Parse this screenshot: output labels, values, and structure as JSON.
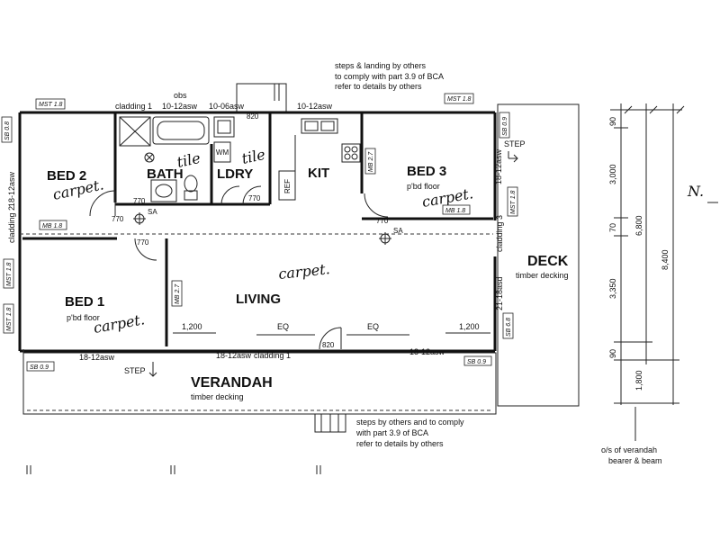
{
  "rooms": {
    "bed2": "BED 2",
    "bath": "BATH",
    "ldry": "LDRY",
    "kit": "KIT",
    "bed3": "BED 3",
    "bed1": "BED 1",
    "living": "LIVING",
    "deck": "DECK",
    "verandah": "VERANDAH"
  },
  "finishes": {
    "pbd_floor": "p'bd floor",
    "timber_decking": "timber decking",
    "carpet": "carpet.",
    "tile": "tile"
  },
  "fixtures": {
    "ref": "REF",
    "wm": "WM",
    "sa": "SA"
  },
  "tags": {
    "mst": "MST 1.8",
    "sb09": "SB 0.9",
    "sb08": "SB 0.8",
    "mb18": "MB 1.8",
    "mb27": "MB 2.7",
    "sb68": "SB 6.8"
  },
  "labels": {
    "obs": "obs",
    "cladding1": "cladding 1",
    "cladding2": "cladding 2",
    "cladding3": "cladding 3",
    "asw_10_12": "10-12asw",
    "asw_10_06": "10-06asw",
    "asw_18_12": "18-12asw",
    "asd_21_18": "21-18asd",
    "d820": "820",
    "d770": "770",
    "d1200": "1,200",
    "eq": "EQ",
    "step": "STEP"
  },
  "notes": {
    "top_line1": "steps & landing by others",
    "top_line2": "to comply with part 3.9 of BCA",
    "top_line3": "refer to details by others",
    "bottom_line1": "steps by others and to comply",
    "bottom_line2": "with part 3.9 of BCA",
    "bottom_line3": "refer to details by others",
    "os_line1": "o/s of verandah",
    "os_line2": "bearer & beam"
  },
  "dimensions": {
    "d90_top": "90",
    "d3000": "3,000",
    "d70": "70",
    "d6800": "6,800",
    "d8400": "8,400",
    "d3350": "3,350",
    "d90_bottom": "90",
    "d1800": "1,800"
  },
  "north_label": "N."
}
